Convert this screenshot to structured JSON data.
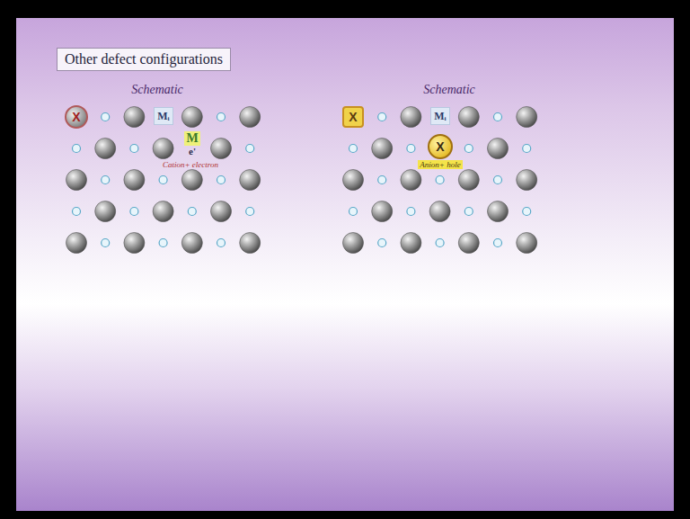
{
  "diagram": {
    "title": "Other defect configurations",
    "nodes": [
      {
        "text": [
          "X"
        ]
      },
      {
        "text": [
          "Mᵢ"
        ]
      },
      {
        "text": [
          "M",
          "e'"
        ]
      },
      {
        "text": [
          "X"
        ]
      },
      {
        "text": [
          "Mᵢ"
        ]
      },
      {
        "text": [
          "X"
        ]
      }
    ],
    "labels": [
      "Schematic",
      "Cation+ electron",
      "Schematic",
      "Anion+ hole"
    ]
  }
}
